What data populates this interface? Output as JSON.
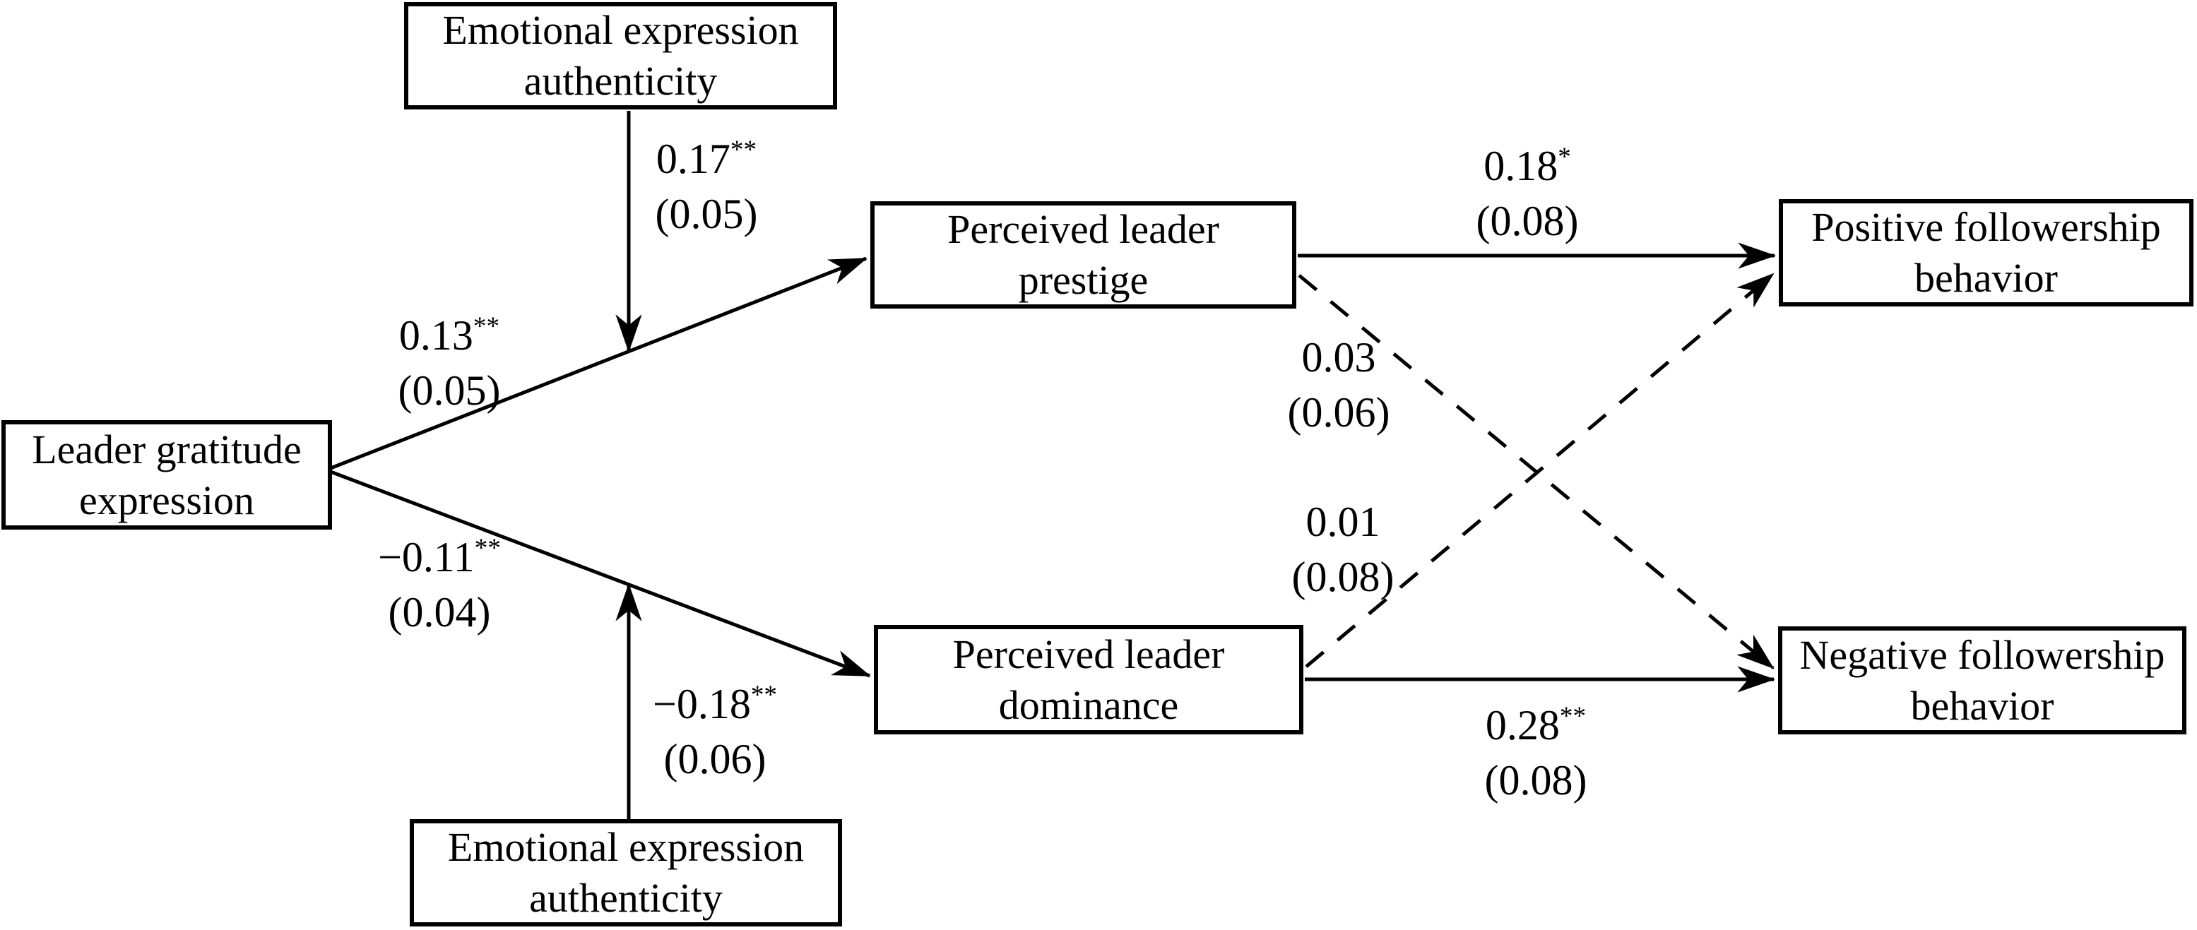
{
  "figure": {
    "type": "structural-equation-path-diagram",
    "colors": {
      "line": "#000000",
      "text": "#000000",
      "background": "#ffffff"
    },
    "nodes": {
      "leader_gratitude": {
        "line1": "Leader gratitude",
        "line2": "expression"
      },
      "authenticity_top": {
        "line1": "Emotional expression",
        "line2": "authenticity"
      },
      "authenticity_bottom": {
        "line1": "Emotional expression",
        "line2": "authenticity"
      },
      "prestige": {
        "line1": "Perceived leader",
        "line2": "prestige"
      },
      "dominance": {
        "line1": "Perceived leader",
        "line2": "dominance"
      },
      "positive": {
        "line1": "Positive followership",
        "line2": "behavior"
      },
      "negative": {
        "line1": "Negative followership",
        "line2": "behavior"
      }
    },
    "paths": {
      "gratitude_to_prestige": {
        "coef": "0.13",
        "stars": "**",
        "se": "(0.05)",
        "style": "solid"
      },
      "gratitude_to_dominance": {
        "coef": "−0.11",
        "stars": "**",
        "se": "(0.04)",
        "style": "solid"
      },
      "authenticity_top_moderation": {
        "coef": "0.17",
        "stars": "**",
        "se": "(0.05)",
        "style": "solid"
      },
      "authenticity_bottom_moderation": {
        "coef": "−0.18",
        "stars": "**",
        "se": "(0.06)",
        "style": "solid"
      },
      "prestige_to_positive": {
        "coef": "0.18",
        "stars": "*",
        "se": "(0.08)",
        "style": "solid"
      },
      "prestige_to_negative": {
        "coef": "0.03",
        "stars": "",
        "se": "(0.06)",
        "style": "dashed"
      },
      "dominance_to_positive": {
        "coef": "0.01",
        "stars": "",
        "se": "(0.08)",
        "style": "dashed"
      },
      "dominance_to_negative": {
        "coef": "0.28",
        "stars": "**",
        "se": "(0.08)",
        "style": "solid"
      }
    }
  }
}
